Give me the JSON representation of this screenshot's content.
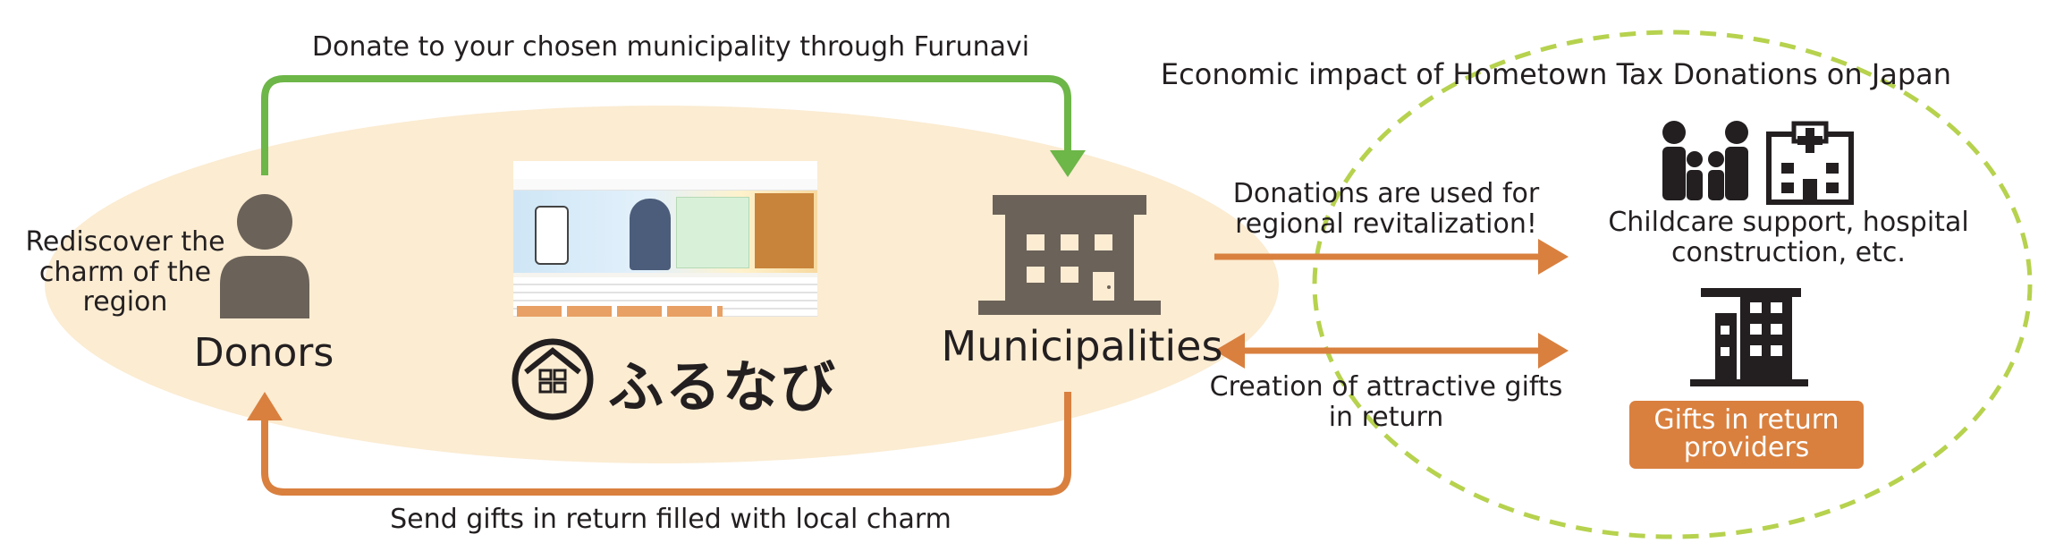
{
  "labels": {
    "donate": "Donate to your chosen municipality through Furunavi",
    "send_gifts": "Send gifts in return filled with local charm",
    "impact_title": "Economic impact of Hometown Tax Donations on Japan",
    "rediscover": "Rediscover the charm of the region",
    "donors": "Donors",
    "municipalities": "Municipalities",
    "donations_used": "Donations are used for regional revitalization!",
    "creation": "Creation of attractive gifts in return",
    "childcare": "Childcare support, hospital construction, etc.",
    "gifts_providers": "Gifts in return providers"
  },
  "brand": {
    "name": "ふるなび"
  },
  "icons": {
    "donor": "person-icon",
    "municipality": "municipal-building-icon",
    "family": "family-icon",
    "hospital": "hospital-icon",
    "provider": "office-building-icon",
    "logo": "furunavi-logo-icon"
  },
  "colors": {
    "green_arrow": "#6db648",
    "orange_arrow": "#d9803f",
    "ellipse_fill": "#fbecd2",
    "dashed_circle": "#b6d24e",
    "icon_gray": "#6b6259",
    "badge_orange": "#d9803f"
  }
}
